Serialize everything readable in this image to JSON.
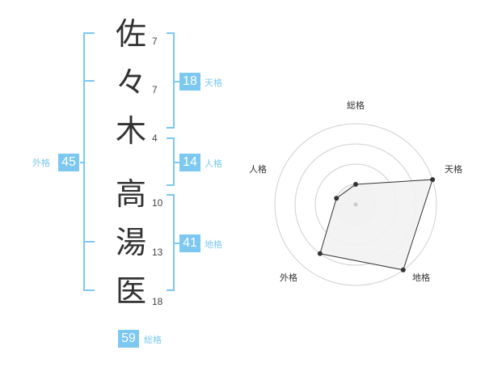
{
  "name": {
    "chars": [
      {
        "char": "佐",
        "strokes": "7"
      },
      {
        "char": "々",
        "strokes": "7"
      },
      {
        "char": "木",
        "strokes": "4"
      },
      {
        "char": "高",
        "strokes": "10"
      },
      {
        "char": "湯",
        "strokes": "13"
      },
      {
        "char": "医",
        "strokes": "18"
      }
    ]
  },
  "kaku": {
    "tenkaku": {
      "value": "18",
      "label": "天格"
    },
    "jinkaku": {
      "value": "14",
      "label": "人格"
    },
    "chikaku": {
      "value": "41",
      "label": "地格"
    },
    "gaikaku": {
      "value": "45",
      "label": "外格"
    },
    "soukaku": {
      "value": "59",
      "label": "総格"
    }
  },
  "radar": {
    "axes": [
      "総格",
      "天格",
      "地格",
      "外格",
      "人格"
    ],
    "levels": 4,
    "values": [
      1,
      4,
      4,
      3,
      1
    ],
    "max": 4
  },
  "colors": {
    "accent": "#7cc8f0",
    "text": "#333333",
    "radar_fill": "#f2f2f2",
    "radar_ring": "#d0d0d0"
  }
}
